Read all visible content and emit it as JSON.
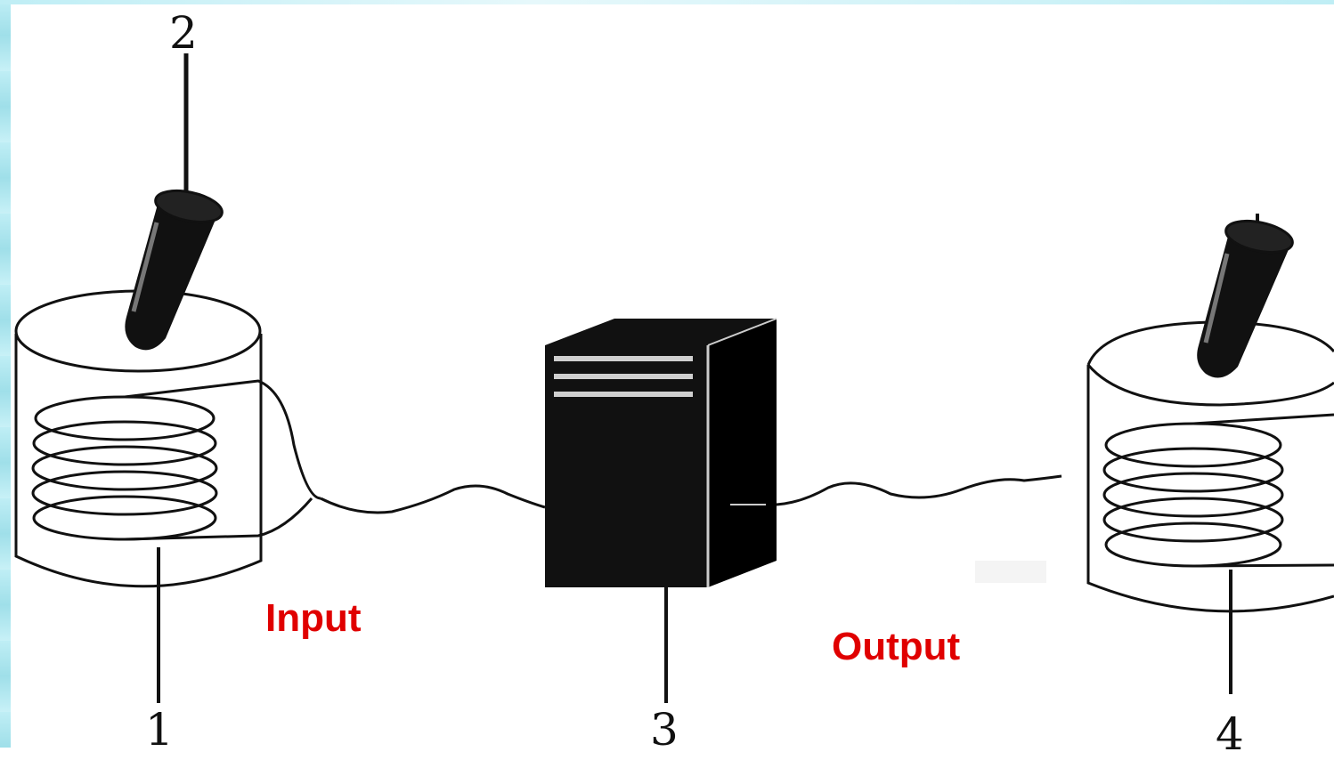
{
  "labels": {
    "input": "Input",
    "output": "Output"
  },
  "callouts": {
    "coil_1": "1",
    "tube_2": "2",
    "device_3": "3",
    "coil_4": "4"
  },
  "colors": {
    "label_red": "#e00000",
    "line_black": "#111111",
    "frame_cyan": "#bfeef5"
  },
  "icons": {
    "left_vessel": "beaker-with-coil-icon",
    "right_vessel": "beaker-with-coil-icon",
    "device": "computer-tower-icon",
    "tubes": "test-tube-icon"
  }
}
